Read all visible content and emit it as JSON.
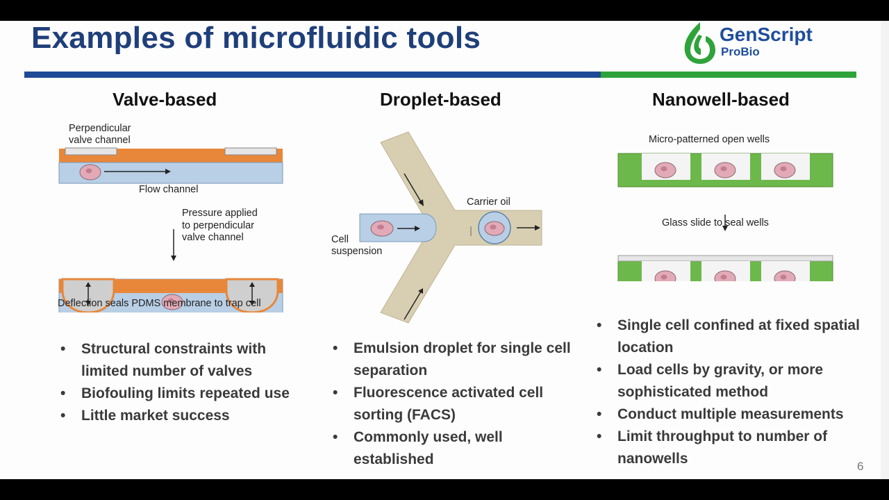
{
  "slide": {
    "title": "Examples of microfluidic tools",
    "logo": {
      "name": "GenScript",
      "sub": "ProBio",
      "colors": {
        "blue": "#1f4e9c",
        "green": "#2ea33a"
      }
    },
    "page_number": "6"
  },
  "valve": {
    "heading": "Valve-based",
    "labels": {
      "perpendicular": [
        "Perpendicular",
        "valve channel"
      ],
      "flow": "Flow channel",
      "pressure": [
        "Pressure applied",
        "to perpendicular",
        "valve channel"
      ],
      "deflection": "Deflection seals PDMS membrane to trap cell"
    },
    "bullets": [
      "Structural constraints with limited number of valves",
      "Biofouling limits repeated use",
      "Little market success"
    ]
  },
  "droplet": {
    "heading": "Droplet-based",
    "labels": {
      "carrier": "Carrier oil",
      "cell": [
        "Cell",
        "suspension"
      ]
    },
    "bullets": [
      "Emulsion droplet for single cell separation",
      "Fluorescence activated cell sorting (FACS)",
      "Commonly used, well established"
    ]
  },
  "nanowell": {
    "heading": "Nanowell-based",
    "labels": {
      "open": "Micro-patterned open wells",
      "glass": "Glass slide to seal wells"
    },
    "bullets": [
      "Single cell confined at fixed spatial location",
      "Load cells by gravity, or more sophisticated method",
      "Conduct multiple measurements",
      "Limit throughput to number of nanowells"
    ]
  },
  "colors": {
    "title": "#1f3f7a",
    "flow_channel": "#b8cfe6",
    "valve_channel": "#e8873a",
    "well_green": "#6db84a",
    "cell": "#e2aab6",
    "oil_channel": "#d8cfb2"
  }
}
